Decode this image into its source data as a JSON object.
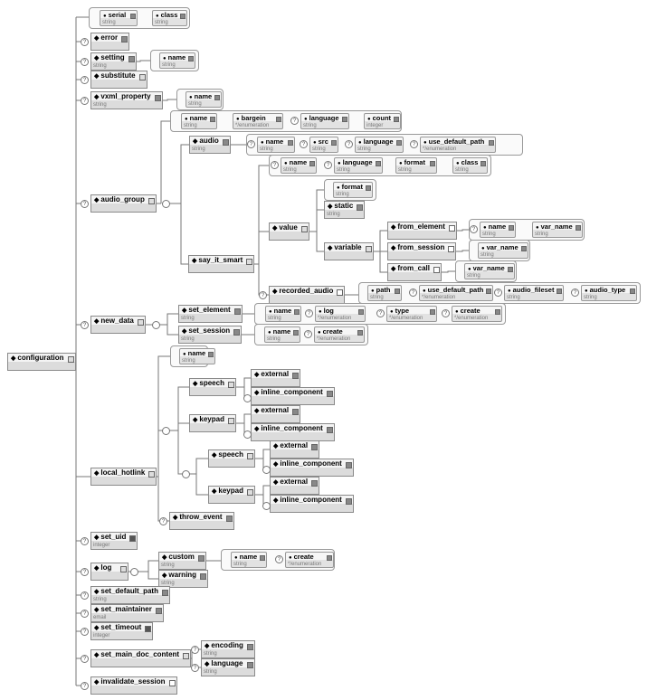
{
  "optional_marker": "?",
  "element_marker": "◆",
  "attribute_marker": "●",
  "compositor_symbols": {
    "sequence": "+",
    "choice": "1"
  },
  "nodes": {
    "configuration": {
      "label": "configuration",
      "type": "",
      "icon": "seq"
    },
    "error": {
      "label": "error",
      "type": "",
      "icon": "plain"
    },
    "setting": {
      "label": "setting",
      "type": "string",
      "icon": "plain"
    },
    "substitute": {
      "label": "substitute",
      "type": "",
      "icon": "seq"
    },
    "vxml_property": {
      "label": "vxml_property",
      "type": "string",
      "icon": "plain"
    },
    "audio_group": {
      "label": "audio_group",
      "type": "",
      "icon": "seq"
    },
    "audio": {
      "label": "audio",
      "type": "string",
      "icon": "plain"
    },
    "say_it_smart": {
      "label": "say_it_smart",
      "type": "",
      "icon": "seq"
    },
    "value": {
      "label": "value",
      "type": "",
      "icon": "seq"
    },
    "static": {
      "label": "static",
      "type": "string",
      "icon": "plain"
    },
    "variable": {
      "label": "variable",
      "type": "",
      "icon": "seq"
    },
    "from_element": {
      "label": "from_element",
      "type": "",
      "icon": "empty"
    },
    "from_session": {
      "label": "from_session",
      "type": "",
      "icon": "empty"
    },
    "from_call": {
      "label": "from_call",
      "type": "",
      "icon": "empty"
    },
    "recorded_audio": {
      "label": "recorded_audio",
      "type": "",
      "icon": "empty"
    },
    "new_data": {
      "label": "new_data",
      "type": "",
      "icon": "seq"
    },
    "set_element": {
      "label": "set_element",
      "type": "string",
      "icon": "plain"
    },
    "set_session": {
      "label": "set_session",
      "type": "string",
      "icon": "plain"
    },
    "local_hotlink": {
      "label": "local_hotlink",
      "type": "",
      "icon": "seq"
    },
    "speech_1": {
      "label": "speech",
      "type": "",
      "icon": "seq"
    },
    "external_1": {
      "label": "external",
      "type": "",
      "icon": "plain"
    },
    "inline_component_1": {
      "label": "inline_component",
      "type": "",
      "icon": "plain"
    },
    "keypad_1": {
      "label": "keypad",
      "type": "",
      "icon": "seq"
    },
    "external_2": {
      "label": "external",
      "type": "",
      "icon": "plain"
    },
    "inline_component_2": {
      "label": "inline_component",
      "type": "",
      "icon": "plain"
    },
    "speech_2": {
      "label": "speech",
      "type": "",
      "icon": "seq"
    },
    "external_3": {
      "label": "external",
      "type": "",
      "icon": "plain"
    },
    "inline_component_3": {
      "label": "inline_component",
      "type": "",
      "icon": "plain"
    },
    "keypad_2": {
      "label": "keypad",
      "type": "",
      "icon": "seq"
    },
    "external_4": {
      "label": "external",
      "type": "",
      "icon": "plain"
    },
    "inline_component_4": {
      "label": "inline_component",
      "type": "",
      "icon": "plain"
    },
    "throw_event": {
      "label": "throw_event",
      "type": "",
      "icon": "plain"
    },
    "set_uid": {
      "label": "set_uid",
      "type": "integer",
      "icon": "int"
    },
    "log": {
      "label": "log",
      "type": "",
      "icon": "seq"
    },
    "custom": {
      "label": "custom",
      "type": "string",
      "icon": "plain"
    },
    "warning": {
      "label": "warning",
      "type": "string",
      "icon": "plain"
    },
    "set_default_path": {
      "label": "set_default_path",
      "type": "string",
      "icon": "plain"
    },
    "set_maintainer": {
      "label": "set_maintainer",
      "type": "email",
      "icon": "plain"
    },
    "set_timeout": {
      "label": "set_timeout",
      "type": "integer",
      "icon": "int"
    },
    "set_main_doc_content": {
      "label": "set_main_doc_content",
      "type": "",
      "icon": "seq"
    },
    "encoding": {
      "label": "encoding",
      "type": "string",
      "icon": "plain"
    },
    "language": {
      "label": "language",
      "type": "string",
      "icon": "plain"
    },
    "invalidate_session": {
      "label": "invalidate_session",
      "type": "",
      "icon": "empty"
    }
  },
  "attribute_groups": {
    "configuration": [
      {
        "label": "serial",
        "type": "string",
        "optional": false
      },
      {
        "label": "class",
        "type": "string",
        "optional": false
      }
    ],
    "setting": [
      {
        "label": "name",
        "type": "string",
        "optional": false
      }
    ],
    "vxml_property": [
      {
        "label": "name",
        "type": "string",
        "optional": false
      }
    ],
    "audio_group": [
      {
        "label": "name",
        "type": "string",
        "optional": false
      },
      {
        "label": "bargein",
        "type": "*/enumeration",
        "optional": false
      },
      {
        "label": "language",
        "type": "string",
        "optional": true
      },
      {
        "label": "count",
        "type": "integer",
        "optional": false
      }
    ],
    "audio": [
      {
        "label": "name",
        "type": "string",
        "optional": true
      },
      {
        "label": "src",
        "type": "string",
        "optional": true
      },
      {
        "label": "language",
        "type": "string",
        "optional": true
      },
      {
        "label": "use_default_path",
        "type": "*/enumeration",
        "optional": true
      }
    ],
    "say_it_smart": [
      {
        "label": "name",
        "type": "string",
        "optional": true
      },
      {
        "label": "language",
        "type": "string",
        "optional": true
      },
      {
        "label": "format",
        "type": "string",
        "optional": false
      },
      {
        "label": "class",
        "type": "string",
        "optional": false
      }
    ],
    "value": [
      {
        "label": "format",
        "type": "string",
        "optional": false
      }
    ],
    "from_element": [
      {
        "label": "name",
        "type": "string",
        "optional": true
      },
      {
        "label": "var_name",
        "type": "string",
        "optional": false
      }
    ],
    "from_session": [
      {
        "label": "var_name",
        "type": "string",
        "optional": false
      }
    ],
    "from_call": [
      {
        "label": "var_name",
        "type": "string",
        "optional": false
      }
    ],
    "recorded_audio": [
      {
        "label": "path",
        "type": "string",
        "optional": false
      },
      {
        "label": "use_default_path",
        "type": "*/enumeration",
        "optional": true
      },
      {
        "label": "audio_fileset",
        "type": "string",
        "optional": true
      },
      {
        "label": "audio_type",
        "type": "string",
        "optional": true
      }
    ],
    "set_element": [
      {
        "label": "name",
        "type": "string",
        "optional": false
      },
      {
        "label": "log",
        "type": "*/enumeration",
        "optional": true
      },
      {
        "label": "type",
        "type": "*/enumeration",
        "optional": true
      },
      {
        "label": "create",
        "type": "*/enumeration",
        "optional": true
      }
    ],
    "set_session": [
      {
        "label": "name",
        "type": "string",
        "optional": false
      },
      {
        "label": "create",
        "type": "*/enumeration",
        "optional": true
      }
    ],
    "local_hotlink": [
      {
        "label": "name",
        "type": "string",
        "optional": false
      }
    ],
    "custom": [
      {
        "label": "name",
        "type": "string",
        "optional": false
      },
      {
        "label": "create",
        "type": "*/enumeration",
        "optional": true
      }
    ]
  }
}
